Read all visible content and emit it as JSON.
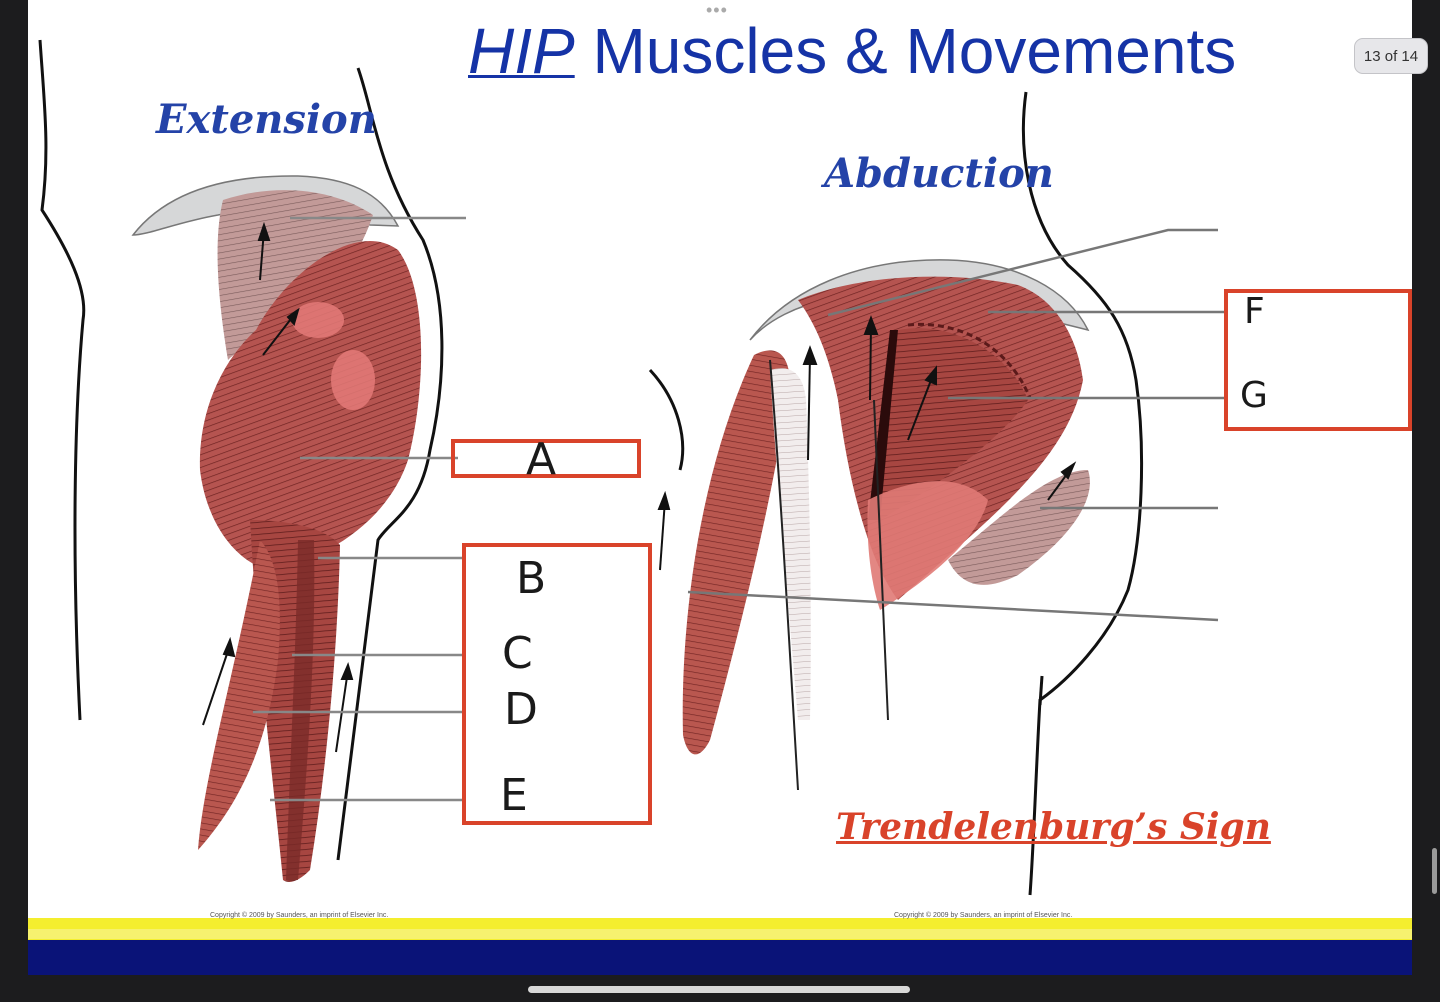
{
  "title": {
    "prefix": "HIP",
    "rest": " Muscles & Movements"
  },
  "subtitles": {
    "extension": "Extension",
    "abduction": "Abduction"
  },
  "footer_link": "Trendelenburg’s Sign",
  "copyright": "Copyright © 2009 by Saunders, an imprint of Elsevier Inc.",
  "page_indicator": "13 of 14",
  "menu_dots": "•••",
  "labels": {
    "a": "A",
    "b": "B",
    "c": "C",
    "d": "D",
    "e": "E",
    "f": "F",
    "g": "G"
  },
  "colors": {
    "title": "#1533a6",
    "subtitle": "#2443a8",
    "accent_red": "#d9432a",
    "muscle": "#b04a47",
    "band_yellow": "#f4ee2e",
    "band_navy": "#0a1378"
  }
}
